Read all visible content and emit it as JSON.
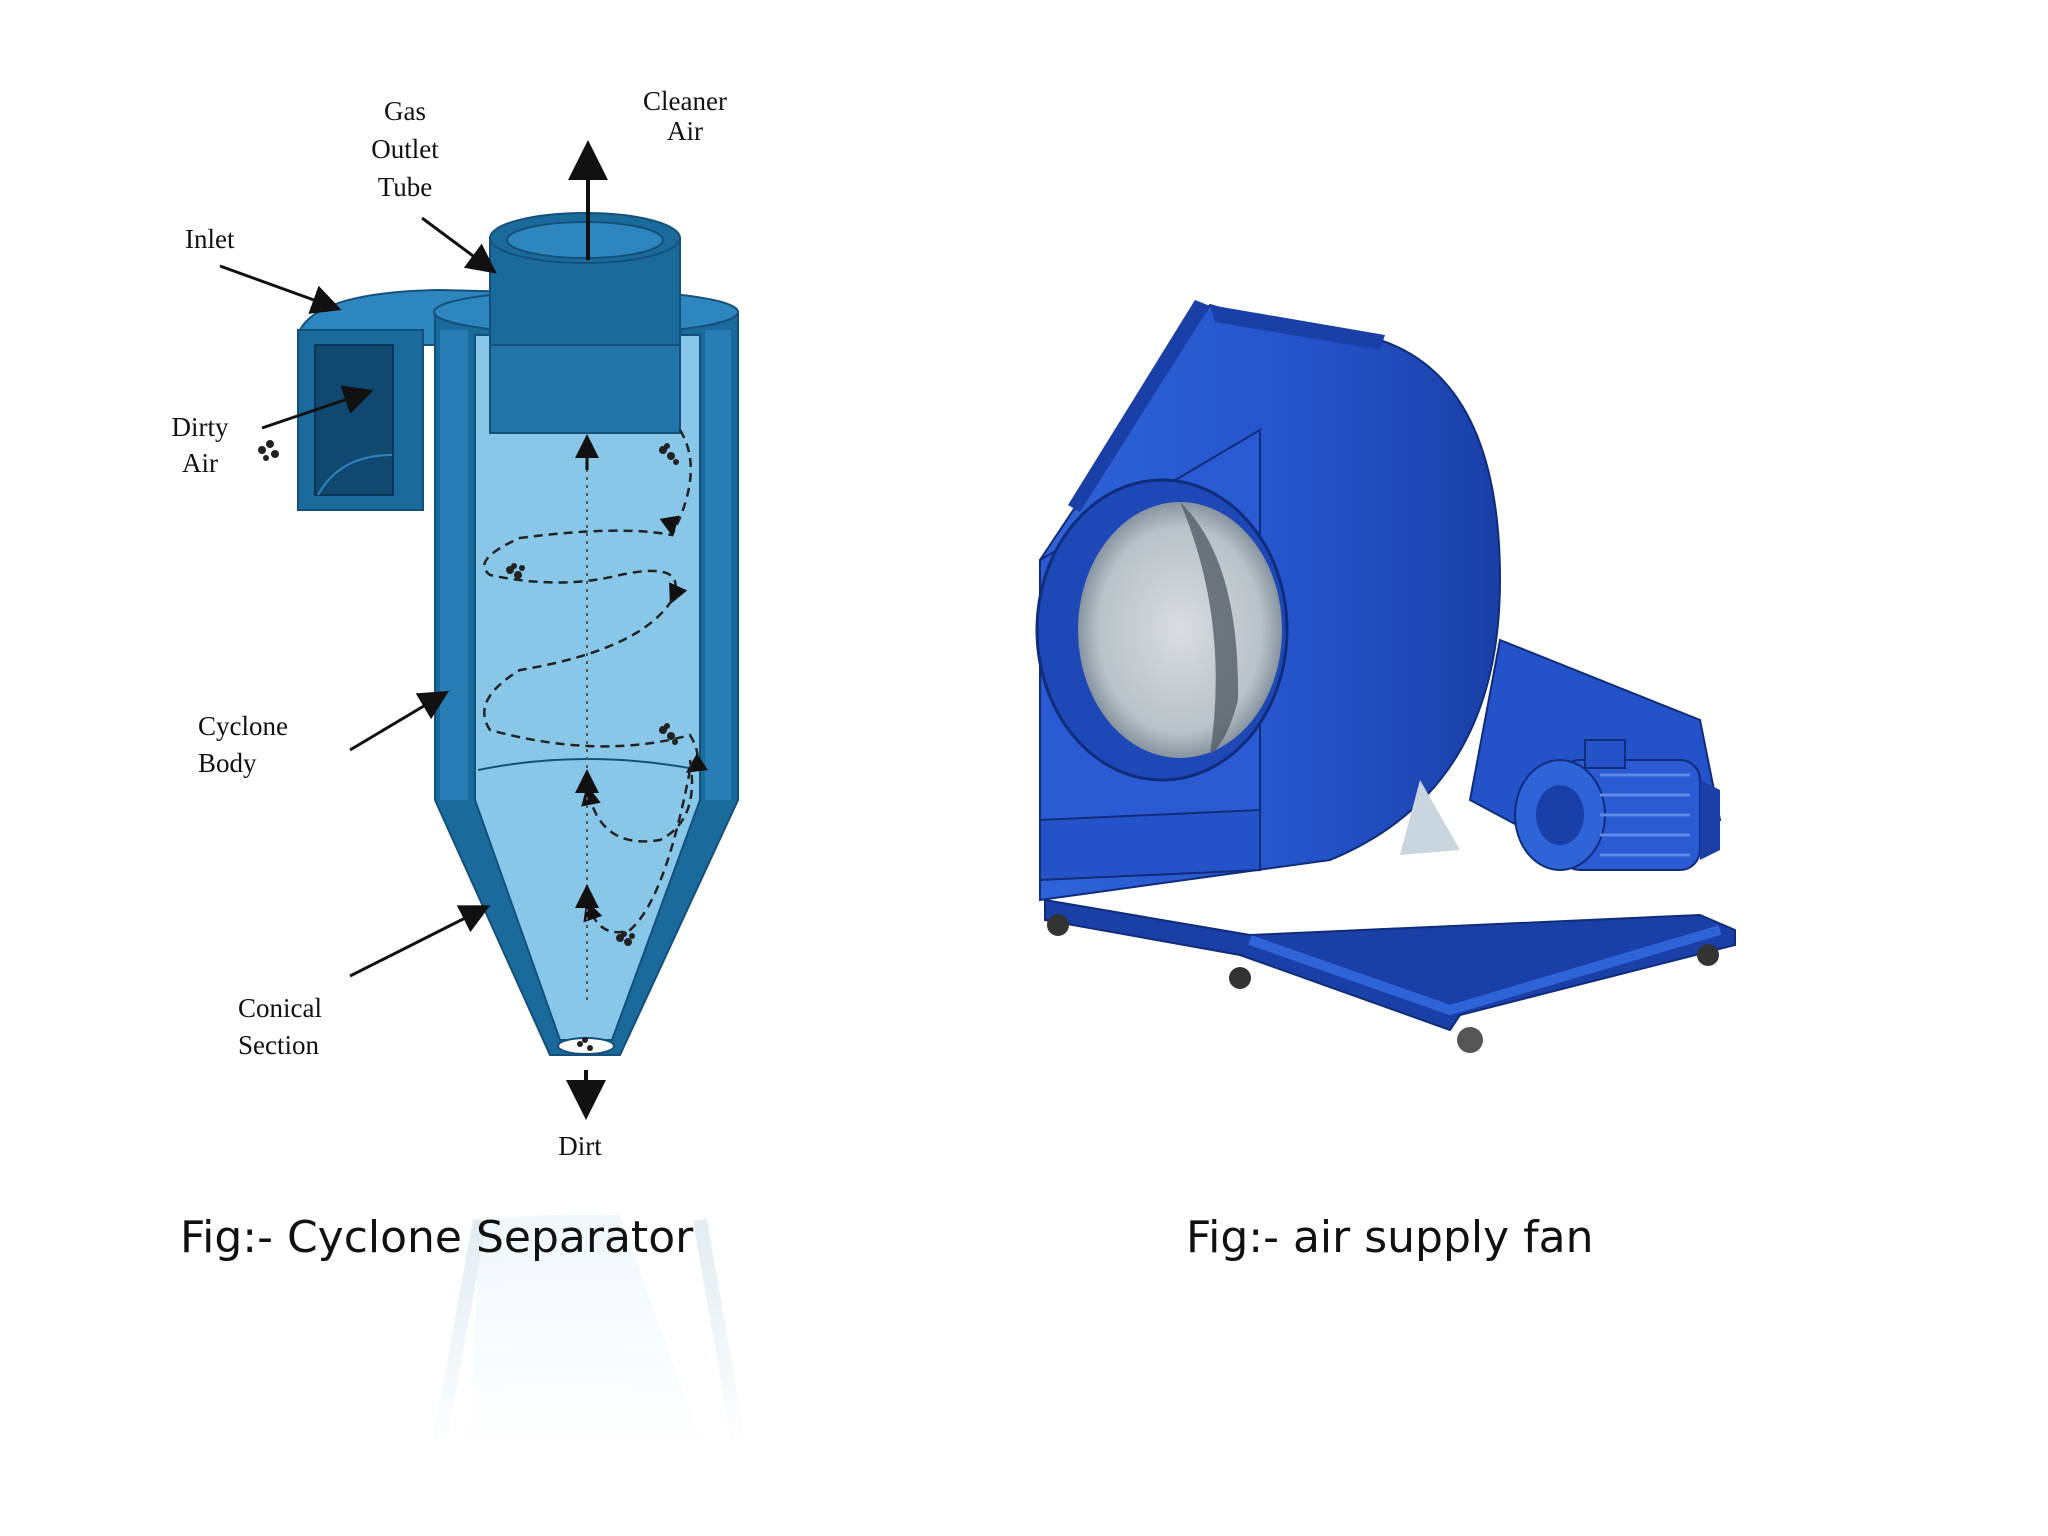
{
  "cyclone": {
    "labels": {
      "gas_outlet": [
        "Gas",
        "Outlet",
        "Tube"
      ],
      "cleaner_air": [
        "Cleaner",
        "Air"
      ],
      "inlet": "Inlet",
      "dirty_air": [
        "Dirty",
        "Air"
      ],
      "cyclone_body": [
        "Cyclone",
        "Body"
      ],
      "conical_section": [
        "Conical",
        "Section"
      ],
      "dirt": "Dirt"
    },
    "caption": "Fig:- Cyclone Separator"
  },
  "fan": {
    "caption": "Fig:- air supply fan"
  },
  "colors": {
    "body_dark": "#1b6a9c",
    "body_mid": "#2e86bf",
    "interior": "#89c7e8",
    "fan_blue": "#2453c9",
    "fan_dark": "#173a9a"
  }
}
